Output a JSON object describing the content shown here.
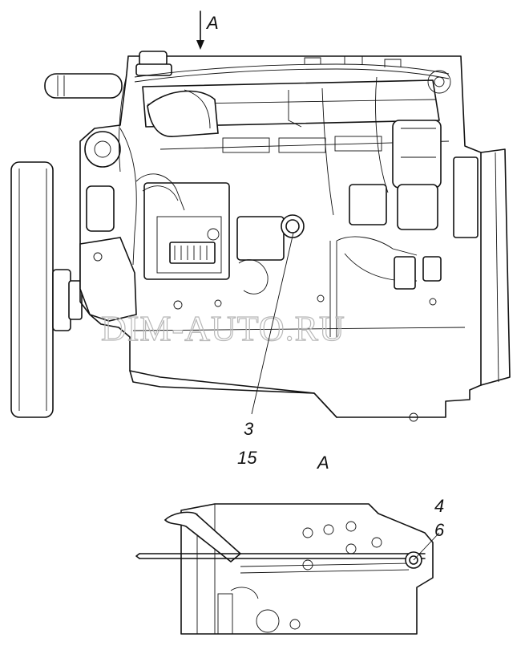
{
  "view_label_top": "A",
  "view_label_detail": "A",
  "callouts": [
    {
      "id": "c1",
      "line1": "3",
      "line2": "15"
    },
    {
      "id": "c2",
      "line1": "4",
      "line2": "6"
    }
  ],
  "watermark": "DIM-AUTO.RU",
  "colors": {
    "ink": "#111111",
    "paper": "#ffffff",
    "watermark": "#b8b8b8"
  }
}
